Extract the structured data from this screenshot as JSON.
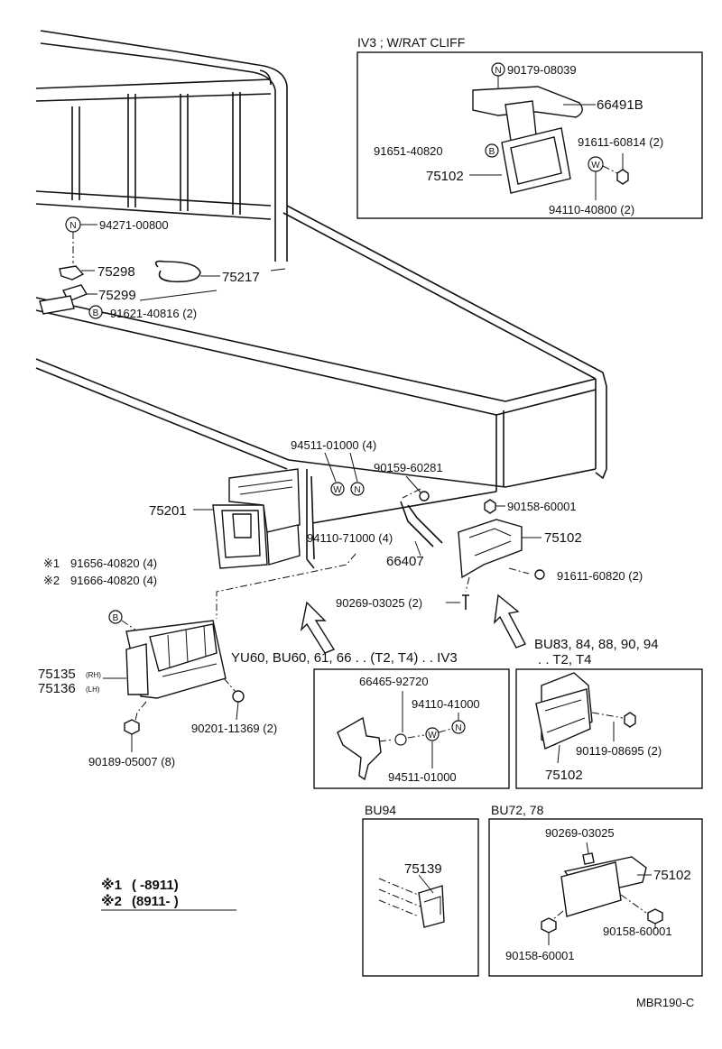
{
  "diagram_code": "MBR190-C",
  "inset_iv3": {
    "heading": "IV3 ; W/RAT CLIFF",
    "parts": [
      "90179-08039",
      "66491B",
      "91651-40820",
      "91611-60814 (2)",
      "75102",
      "94110-40800 (2)"
    ],
    "markers": [
      "N",
      "B",
      "W"
    ]
  },
  "main": {
    "parts": {
      "p94271": "94271-00800",
      "p75298": "75298",
      "p75217": "75217",
      "p75299": "75299",
      "p91621": "91621-40816 (2)",
      "p94511": "94511-01000 (4)",
      "p90159": "90159-60281",
      "p75201": "75201",
      "p90158": "90158-60001",
      "p75102": "75102",
      "p94110": "94110-71000 (4)",
      "p66407": "66407",
      "p91611": "91611-60820 (2)",
      "p90269": "90269-03025 (2)",
      "p91656": "91656-40820 (4)",
      "p91666": "91666-40820 (4)",
      "p75135": "75135",
      "p75135s": "(RH)",
      "p75136": "75136",
      "p75136s": "(LH)",
      "p90201": "90201-11369 (2)",
      "p90189": "90189-05007 (8)"
    },
    "note1_mark": "※1",
    "note2_mark": "※2",
    "markers": [
      "N",
      "B",
      "W"
    ]
  },
  "applicability": {
    "yu": "YU60, BU60, 61, 66 . . (T2, T4) . . IV3",
    "bu83_line1": "BU83, 84, 88, 90, 94",
    "bu83_line2": ". . T2, T4"
  },
  "inset_yu": {
    "parts": [
      "66465-92720",
      "94110-41000",
      "94511-01000"
    ],
    "markers": [
      "W",
      "N"
    ]
  },
  "inset_bu83": {
    "parts": [
      "90119-08695 (2)",
      "75102"
    ]
  },
  "inset_bu94": {
    "heading": "BU94",
    "parts": [
      "75139"
    ]
  },
  "inset_bu72": {
    "heading": "BU72, 78",
    "parts": [
      "90269-03025",
      "75102",
      "90158-60001",
      "90158-60001"
    ]
  },
  "legend": [
    {
      "mark": "※1",
      "text": "(          -8911)"
    },
    {
      "mark": "※2",
      "text": "(8911-          )"
    }
  ]
}
